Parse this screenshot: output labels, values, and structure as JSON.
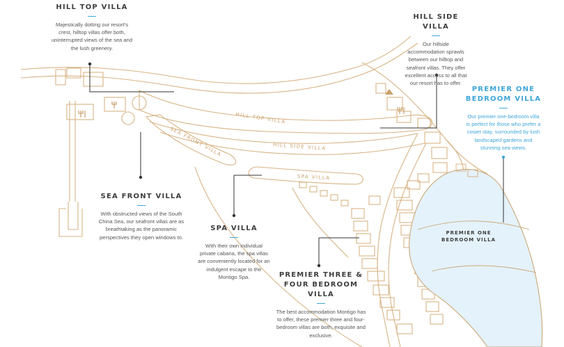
{
  "colors": {
    "road": "#d8b384",
    "lake": "#e4f2fb",
    "lake_edge": "#c9a06a",
    "leader": "#333333",
    "accent": "#3fa6d9"
  },
  "callouts": {
    "hill_top": {
      "title": "HILL TOP VILLA",
      "desc": "Majestically dotting our resort's crest, hilltop villas offer both, uninterrupted views of the sea and the lush greenery."
    },
    "hill_side": {
      "title": "HILL SIDE VILLA",
      "desc": "Our hillside accommodation sprawls between our hilltop and seafront villas. They offer excellent access to all that our resort has to offer."
    },
    "premier_one": {
      "title": "PREMIER ONE\nBEDROOM VILLA",
      "desc": "Our premier one-bedroom villa is perfect for those who prefer a cosier stay, surrounded by lush landscaped gardens and stunning sea views."
    },
    "sea_front": {
      "title": "SEA FRONT VILLA",
      "desc": "With obstructed views of the South China Sea, our seafront villas are as breathtaking as the panoramic perspectives they open windows to."
    },
    "spa": {
      "title": "SPA VILLA",
      "desc": "With their own individual private cabana, the spa villas are conveniently located for an indulgent escape to the Montigo Spa."
    },
    "premier_three": {
      "title": "PREMIER THREE &\nFOUR BEDROOM VILLA",
      "desc": "The best accommodation Montigo has to offer, these premier three and four-bedroom villas are both, exquisite and exclusive."
    }
  },
  "map_labels": {
    "hill_top": "HILL TOP VILLA",
    "hill_side": "HILL SIDE VILLA",
    "sea_front": "SEA FRONT VILLA",
    "spa": "SPA VILLA",
    "premier_one": "PREMIER ONE\nBEDROOM VILLA"
  },
  "icons": {
    "restaurant": "fork-knife-icon",
    "tent": "tent-icon"
  }
}
